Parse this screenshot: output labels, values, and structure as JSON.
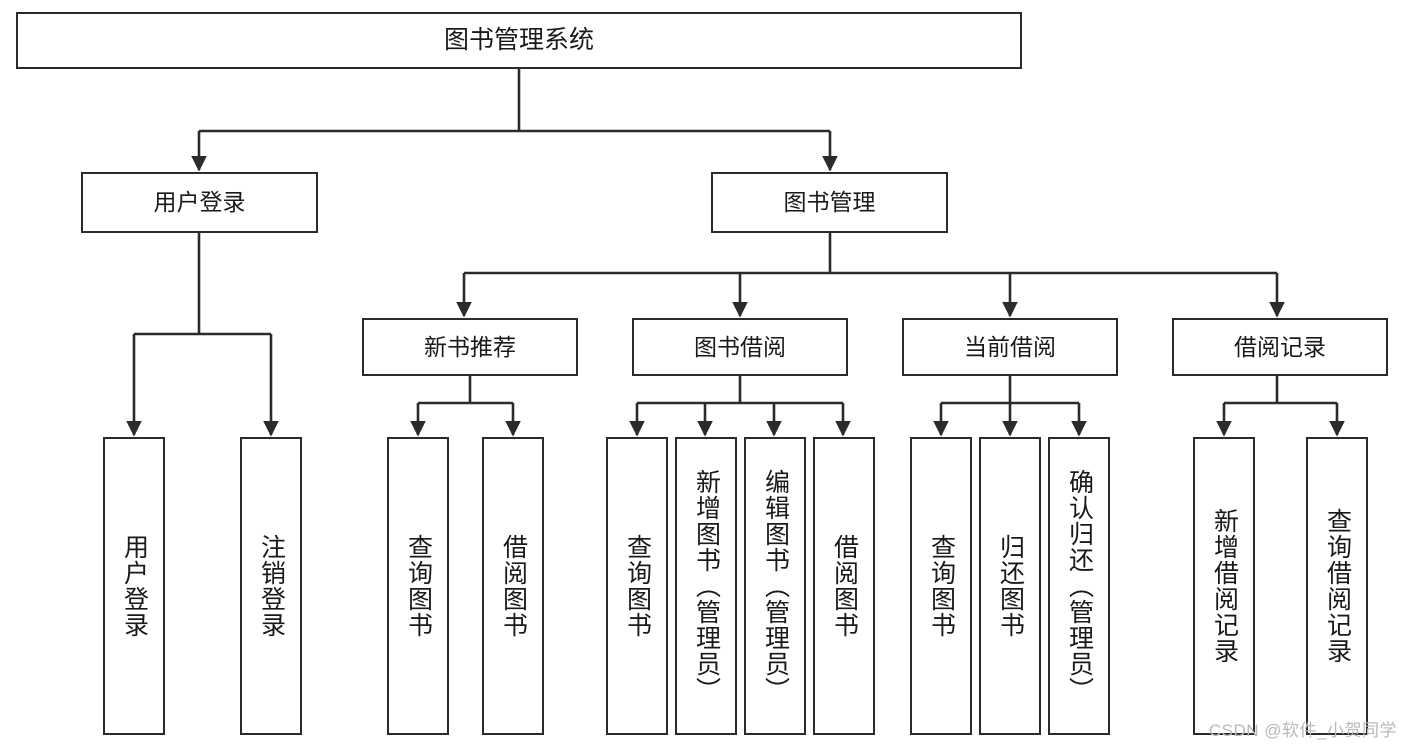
{
  "diagram": {
    "title": "图书管理系统",
    "type": "tree-hierarchy-chart",
    "colors": {
      "box_border": "#2b2b2b",
      "box_fill": "#ffffff",
      "edge": "#2b2b2b",
      "text": "#1a1a1a",
      "watermark": "#b9b9b9",
      "background": "#ffffff"
    },
    "watermark": "CSDN @软件_小贺同学"
  },
  "nodes": {
    "root": {
      "label": "图书管理系统"
    },
    "level2": [
      {
        "id": "user-login",
        "label": "用户登录"
      },
      {
        "id": "book-manage",
        "label": "图书管理"
      }
    ],
    "level3": [
      {
        "id": "new-book-recommend",
        "label": "新书推荐"
      },
      {
        "id": "book-borrow",
        "label": "图书借阅"
      },
      {
        "id": "current-borrow",
        "label": "当前借阅"
      },
      {
        "id": "borrow-record",
        "label": "借阅记录"
      }
    ],
    "leaves": {
      "user_login": [
        {
          "id": "leaf-user-login",
          "label": "用户登录"
        },
        {
          "id": "leaf-logout-login",
          "label": "注销登录"
        }
      ],
      "new_book_recommend": [
        {
          "id": "leaf-query-book-1",
          "label": "查询图书"
        },
        {
          "id": "leaf-borrow-book-1",
          "label": "借阅图书"
        }
      ],
      "book_borrow": [
        {
          "id": "leaf-query-book-2",
          "label": "查询图书"
        },
        {
          "id": "leaf-add-book",
          "label": "新增图书（管理员）"
        },
        {
          "id": "leaf-edit-book",
          "label": "编辑图书（管理员）"
        },
        {
          "id": "leaf-borrow-book-2",
          "label": "借阅图书"
        }
      ],
      "current_borrow": [
        {
          "id": "leaf-query-book-3",
          "label": "查询图书"
        },
        {
          "id": "leaf-return-book",
          "label": "归还图书"
        },
        {
          "id": "leaf-confirm-return",
          "label": "确认归还（管理员）"
        }
      ],
      "borrow_record": [
        {
          "id": "leaf-add-record",
          "label": "新增借阅记录"
        },
        {
          "id": "leaf-query-record",
          "label": "查询借阅记录"
        }
      ]
    }
  }
}
